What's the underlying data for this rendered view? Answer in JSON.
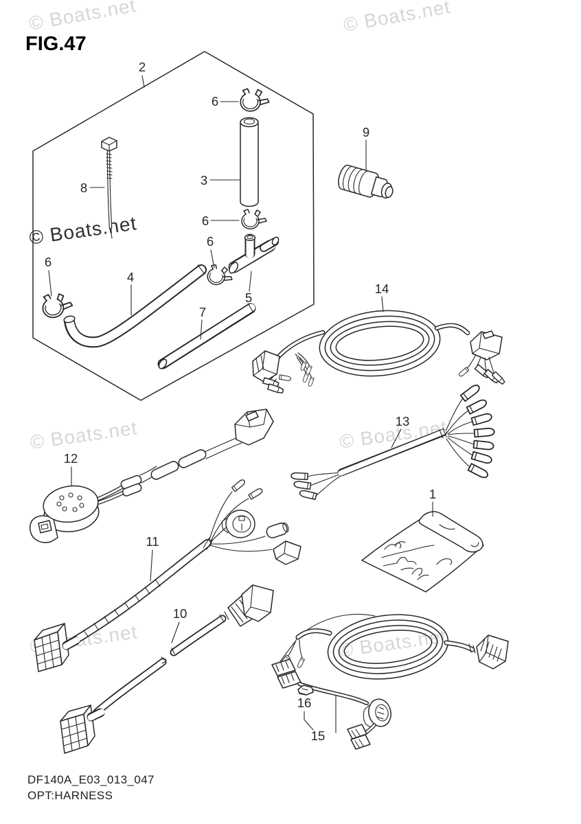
{
  "title": "FIG.47",
  "footer": {
    "code": "DF140A_E03_013_047",
    "caption": "OPT:HARNESS"
  },
  "watermark": {
    "text": "© Boats.net"
  },
  "colors": {
    "line": "#262626",
    "bg": "#ffffff",
    "text": "#1f1f1f",
    "wm_light": "#d3d7d9",
    "wm_dark": "#303030"
  },
  "callouts": {
    "c1": "1",
    "c2": "2",
    "c3": "3",
    "c4": "4",
    "c5": "5",
    "c6": "6",
    "c7": "7",
    "c8": "8",
    "c9": "9",
    "c10": "10",
    "c11": "11",
    "c12": "12",
    "c13": "13",
    "c14": "14",
    "c15": "15",
    "c16": "16"
  }
}
